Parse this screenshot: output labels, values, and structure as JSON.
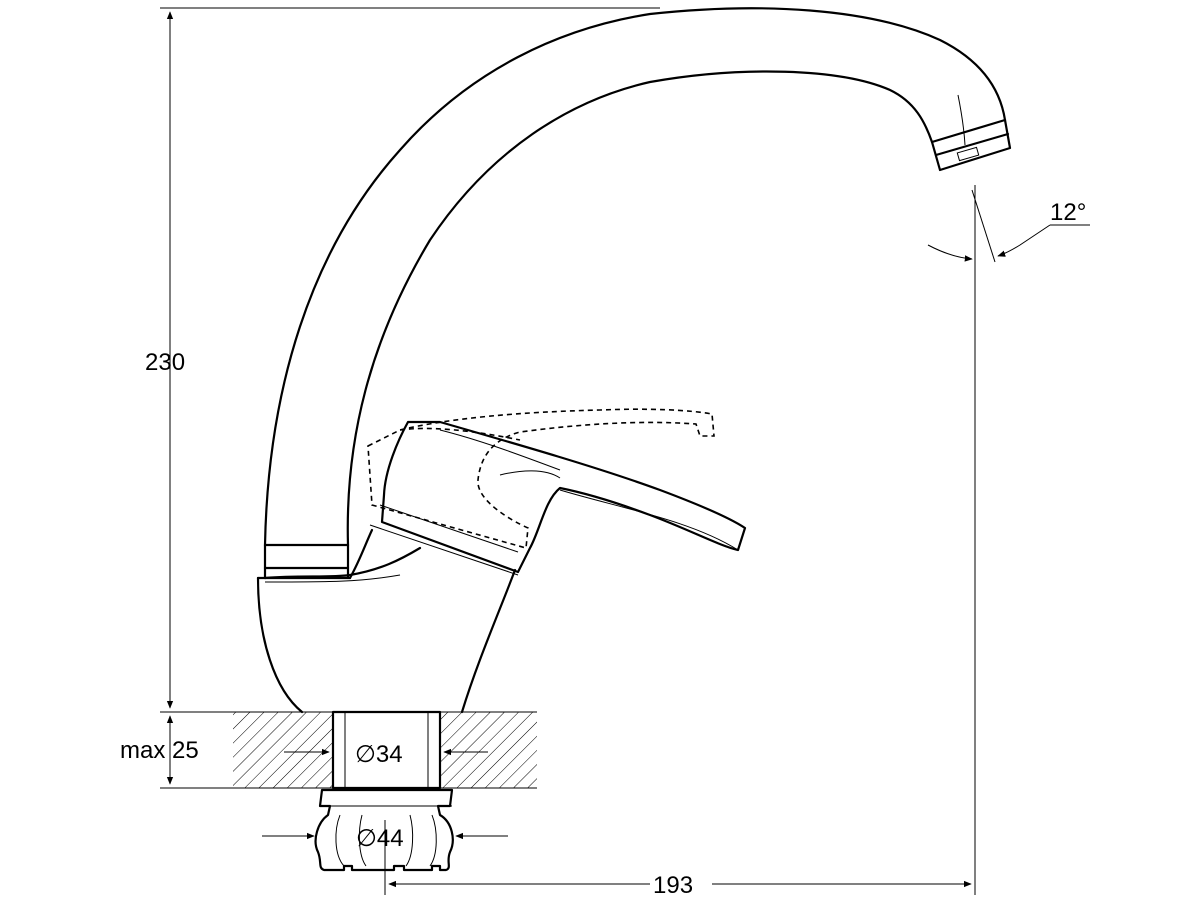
{
  "dimensions": {
    "height": "230",
    "reach": "193",
    "max_thickness": "max 25",
    "hole_diameter": "∅34",
    "nut_diameter": "∅44",
    "spout_angle": "12°"
  }
}
